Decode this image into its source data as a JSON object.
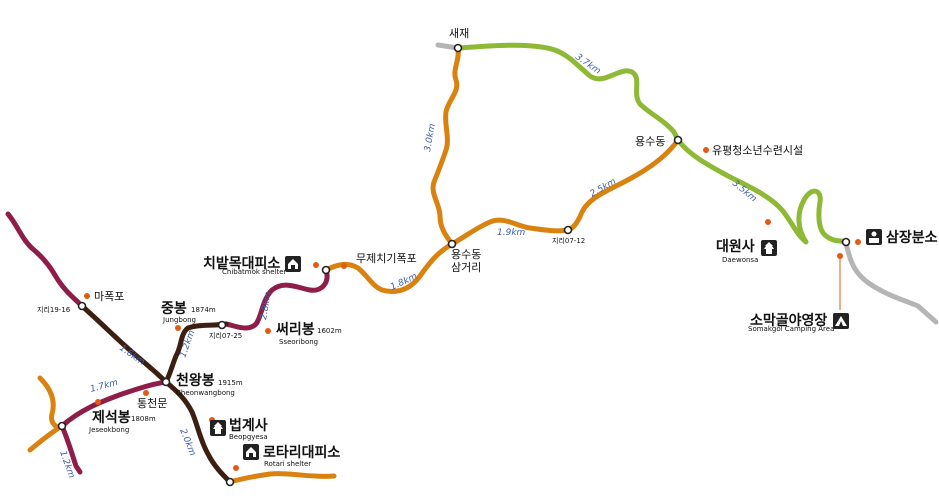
{
  "places": {
    "saejae": "새재",
    "yongsudong": "용수동",
    "yupyeong": "유평청소년수련시설",
    "daewonsa": "대원사",
    "daewonsa_en": "Daewonsa",
    "samjang": "삼장분소",
    "somakgol": "소막골야영장",
    "somakgol_en": "Somakgol Camping Area",
    "chibatmok": "치밭목대피소",
    "chibatmok_en": "Chibatmok shelter",
    "mujechi": "무제치기폭포",
    "yongsudong_junction_1": "용수동",
    "yongsudong_junction_2": "삼거리",
    "jiri_07_12": "지리07-12",
    "mapokpo": "마폭포",
    "jiri_19_16": "지리19-16",
    "jungbong": "중봉",
    "jungbong_alt": "1874m",
    "jungbong_en": "Jungbong",
    "jiri_07_25": "지리07-25",
    "sseoribong": "써리봉",
    "sseoribong_alt": "1602m",
    "sseoribong_en": "Sseoribong",
    "cheonwangbong": "천왕봉",
    "cheonwangbong_alt": "1915m",
    "cheonwangbong_en": "Cheonwangbong",
    "tongcheonmun": "통천문",
    "jeseokbong": "제석봉",
    "jeseokbong_alt": "1808m",
    "jeseokbong_en": "Jeseokbong",
    "beopgyesa": "법계사",
    "beopgyesa_en": "Beopgyesa",
    "rotari": "로타리대피소",
    "rotari_en": "Rotari shelter"
  },
  "distances": {
    "saejae_yongsudong": "3.7km",
    "saejae_junction": "3.0km",
    "yongsudong_daewonsa": "3.5km",
    "yongsudong_jiri0712": "2.5km",
    "jiri0712_junction": "1.9km",
    "junction_chibatmok": "1.8km",
    "chibatmok_sseoribong": "2.8km",
    "jungbong_cheonwangbong": "1.2km",
    "mapokpo_cheonwangbong": "1.6km",
    "jeseokbong_cheonwangbong": "1.7km",
    "cheonwangbong_rotari": "2.0km",
    "jeseokbong_southwest": "1.2km"
  },
  "icons": {
    "shelter": "shelter-icon",
    "temple": "temple-icon",
    "campground": "tent-icon",
    "office": "ranger-office-icon"
  },
  "colors": {
    "gray_trail": "#b5b5b5",
    "green_trail": "#8db934",
    "orange_trail": "#d9820f",
    "maroon_trail": "#8f1d4a",
    "dark_trail": "#3c1f10",
    "poi_dot": "#e35b12",
    "distance_text": "#3d5fa8"
  }
}
